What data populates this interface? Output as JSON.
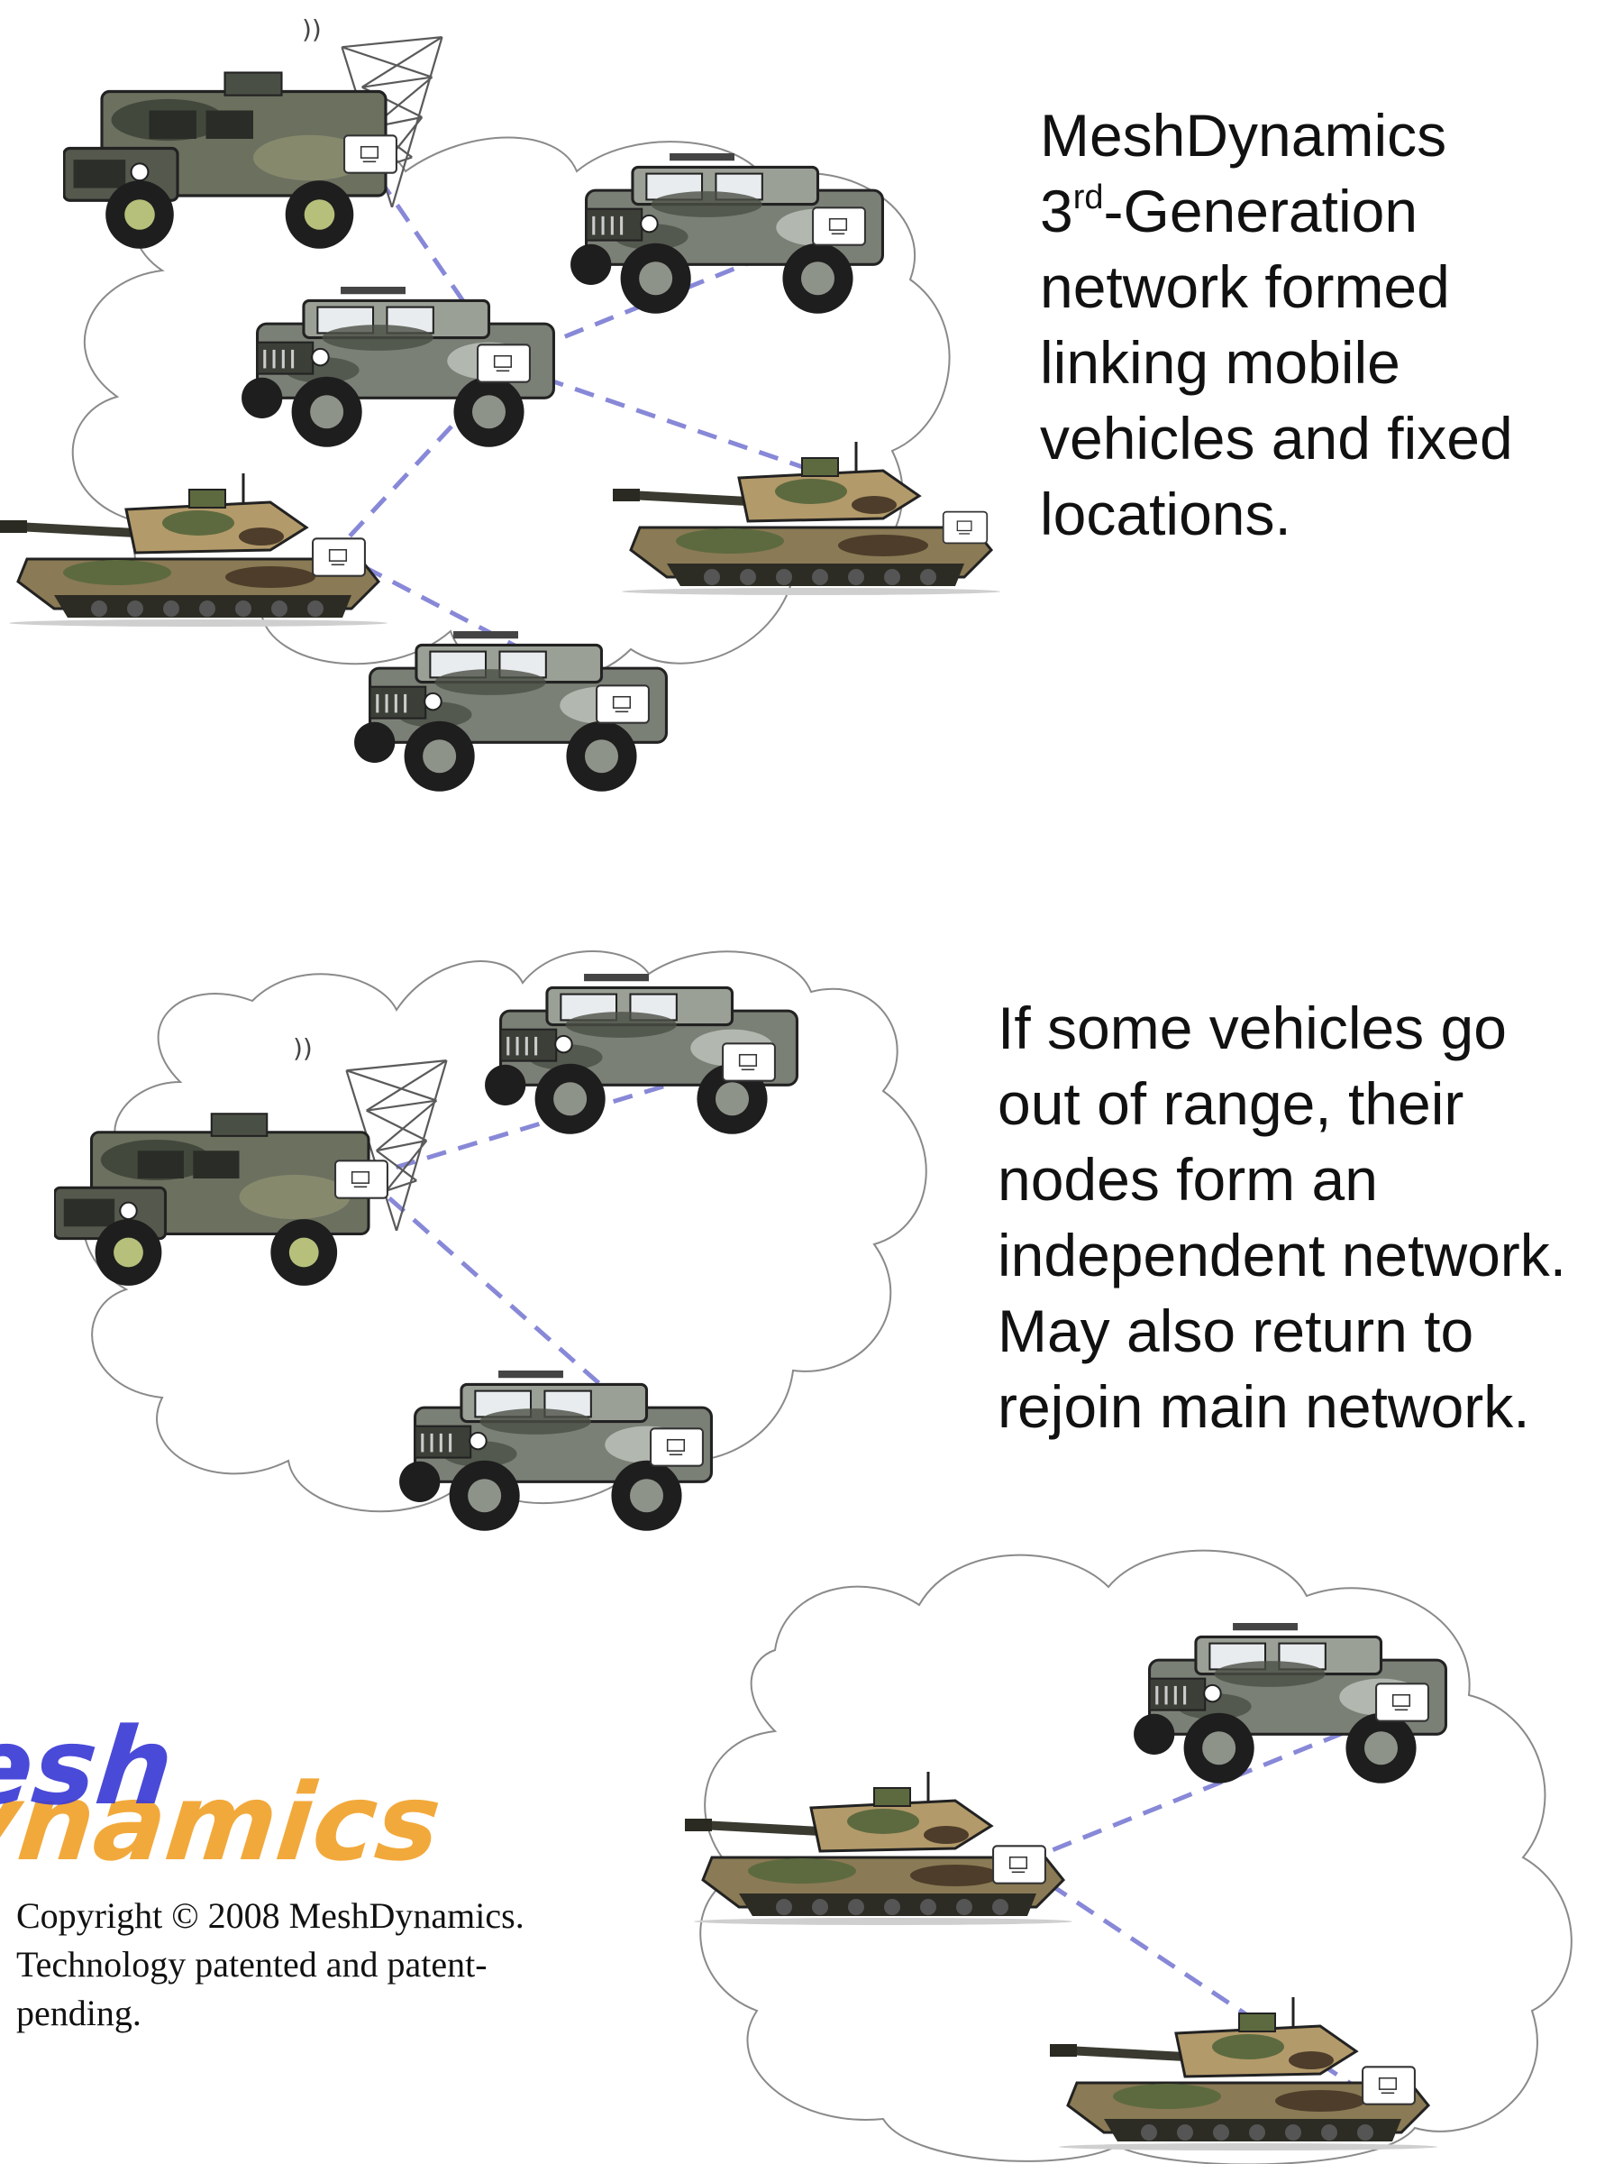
{
  "captions": {
    "top": {
      "line1": "MeshDynamics",
      "line2_prefix": "3",
      "line2_sup": "rd",
      "line2_suffix": "-Generation",
      "line3": "network formed",
      "line4": "linking mobile",
      "line5": "vehicles and fixed",
      "line6": "locations."
    },
    "middle": {
      "line1": "If some vehicles go",
      "line2": "out of range, their",
      "line3": "nodes form an",
      "line4": "independent network.",
      "line5": "May also return to",
      "line6": "rejoin main network."
    }
  },
  "logo": {
    "word1": "mesh",
    "word2": "dynamics",
    "colors": {
      "mesh": "#3b3bd6",
      "dynamics": "#f2a93b"
    }
  },
  "copyright": {
    "line1": "Copyright © 2008 MeshDynamics.",
    "line2": "Technology patented and patent-",
    "line3": "pending."
  },
  "colors": {
    "link": "#8888d8",
    "cloud_stroke": "#8a8a8a",
    "camo_dark": "#4a4f45",
    "camo_mid": "#7b8077",
    "camo_light": "#b8bdb5",
    "tank_tan": "#b39a6a",
    "tank_green": "#5d6a3f"
  },
  "icons": [
    "humvee-icon",
    "command-vehicle-icon",
    "tank-icon",
    "radio-node-icon",
    "antenna-mast-icon"
  ]
}
